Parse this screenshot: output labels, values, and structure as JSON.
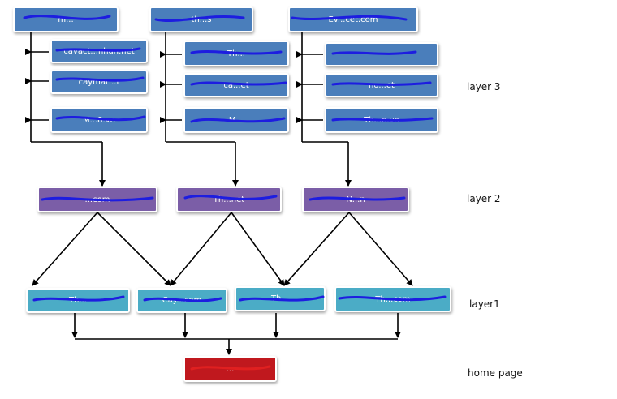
{
  "layer_labels": {
    "layer3": "layer 3",
    "layer2": "layer 2",
    "layer1": "layer1",
    "home": "home page"
  },
  "layer3_groups": [
    {
      "root": "m...",
      "children": [
        "cavact...nhan.net",
        "caymat...t",
        "M...8.vn"
      ]
    },
    {
      "root": "th...s",
      "children": [
        "Th...",
        "ca...et",
        "M..."
      ]
    },
    {
      "root": "Ev...cet.com",
      "children": [
        "",
        "no...et",
        "Th...n.vn"
      ]
    }
  ],
  "layer2": [
    "...com",
    "Th...net",
    "N...n"
  ],
  "layer1": [
    "Th...",
    "Cay...com",
    "Th...",
    "Th...com"
  ],
  "home": "...",
  "colors": {
    "layer3": "#4a7ebb",
    "layer2": "#7b5ea7",
    "layer1": "#4bacc6",
    "home": "#c0181e",
    "scribble": "#1d1de0"
  }
}
